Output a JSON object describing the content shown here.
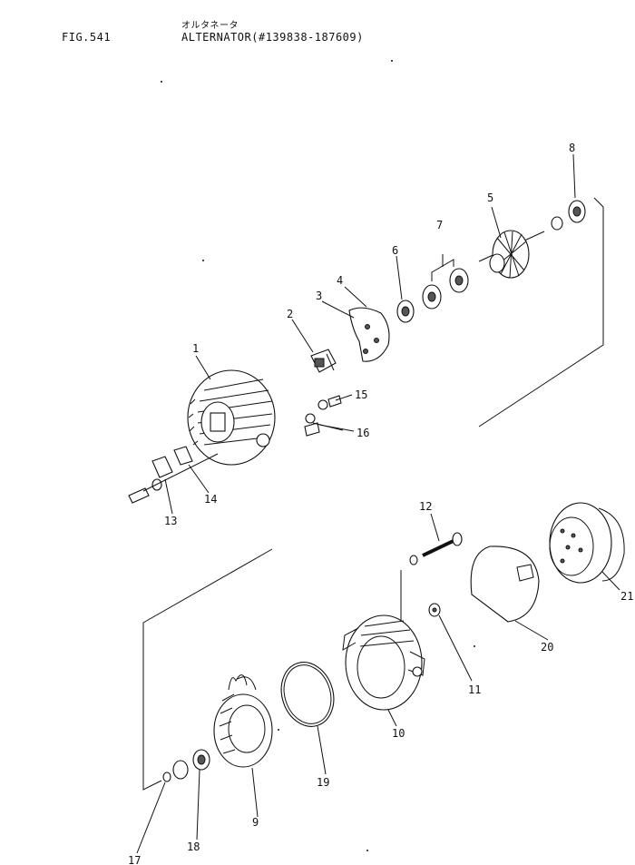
{
  "header": {
    "fig_label": "FIG.541",
    "title_jp": "オルタネータ",
    "title_en": "ALTERNATOR(#139838-187609)"
  },
  "callouts": {
    "c1": "1",
    "c2": "2",
    "c3": "3",
    "c4": "4",
    "c5": "5",
    "c6": "6",
    "c7": "7",
    "c8": "8",
    "c9": "9",
    "c10": "10",
    "c11": "11",
    "c12": "12",
    "c13": "13",
    "c14": "14",
    "c15": "15",
    "c16": "16",
    "c17": "17",
    "c18": "18",
    "c19": "19",
    "c20": "20",
    "c21": "21"
  }
}
